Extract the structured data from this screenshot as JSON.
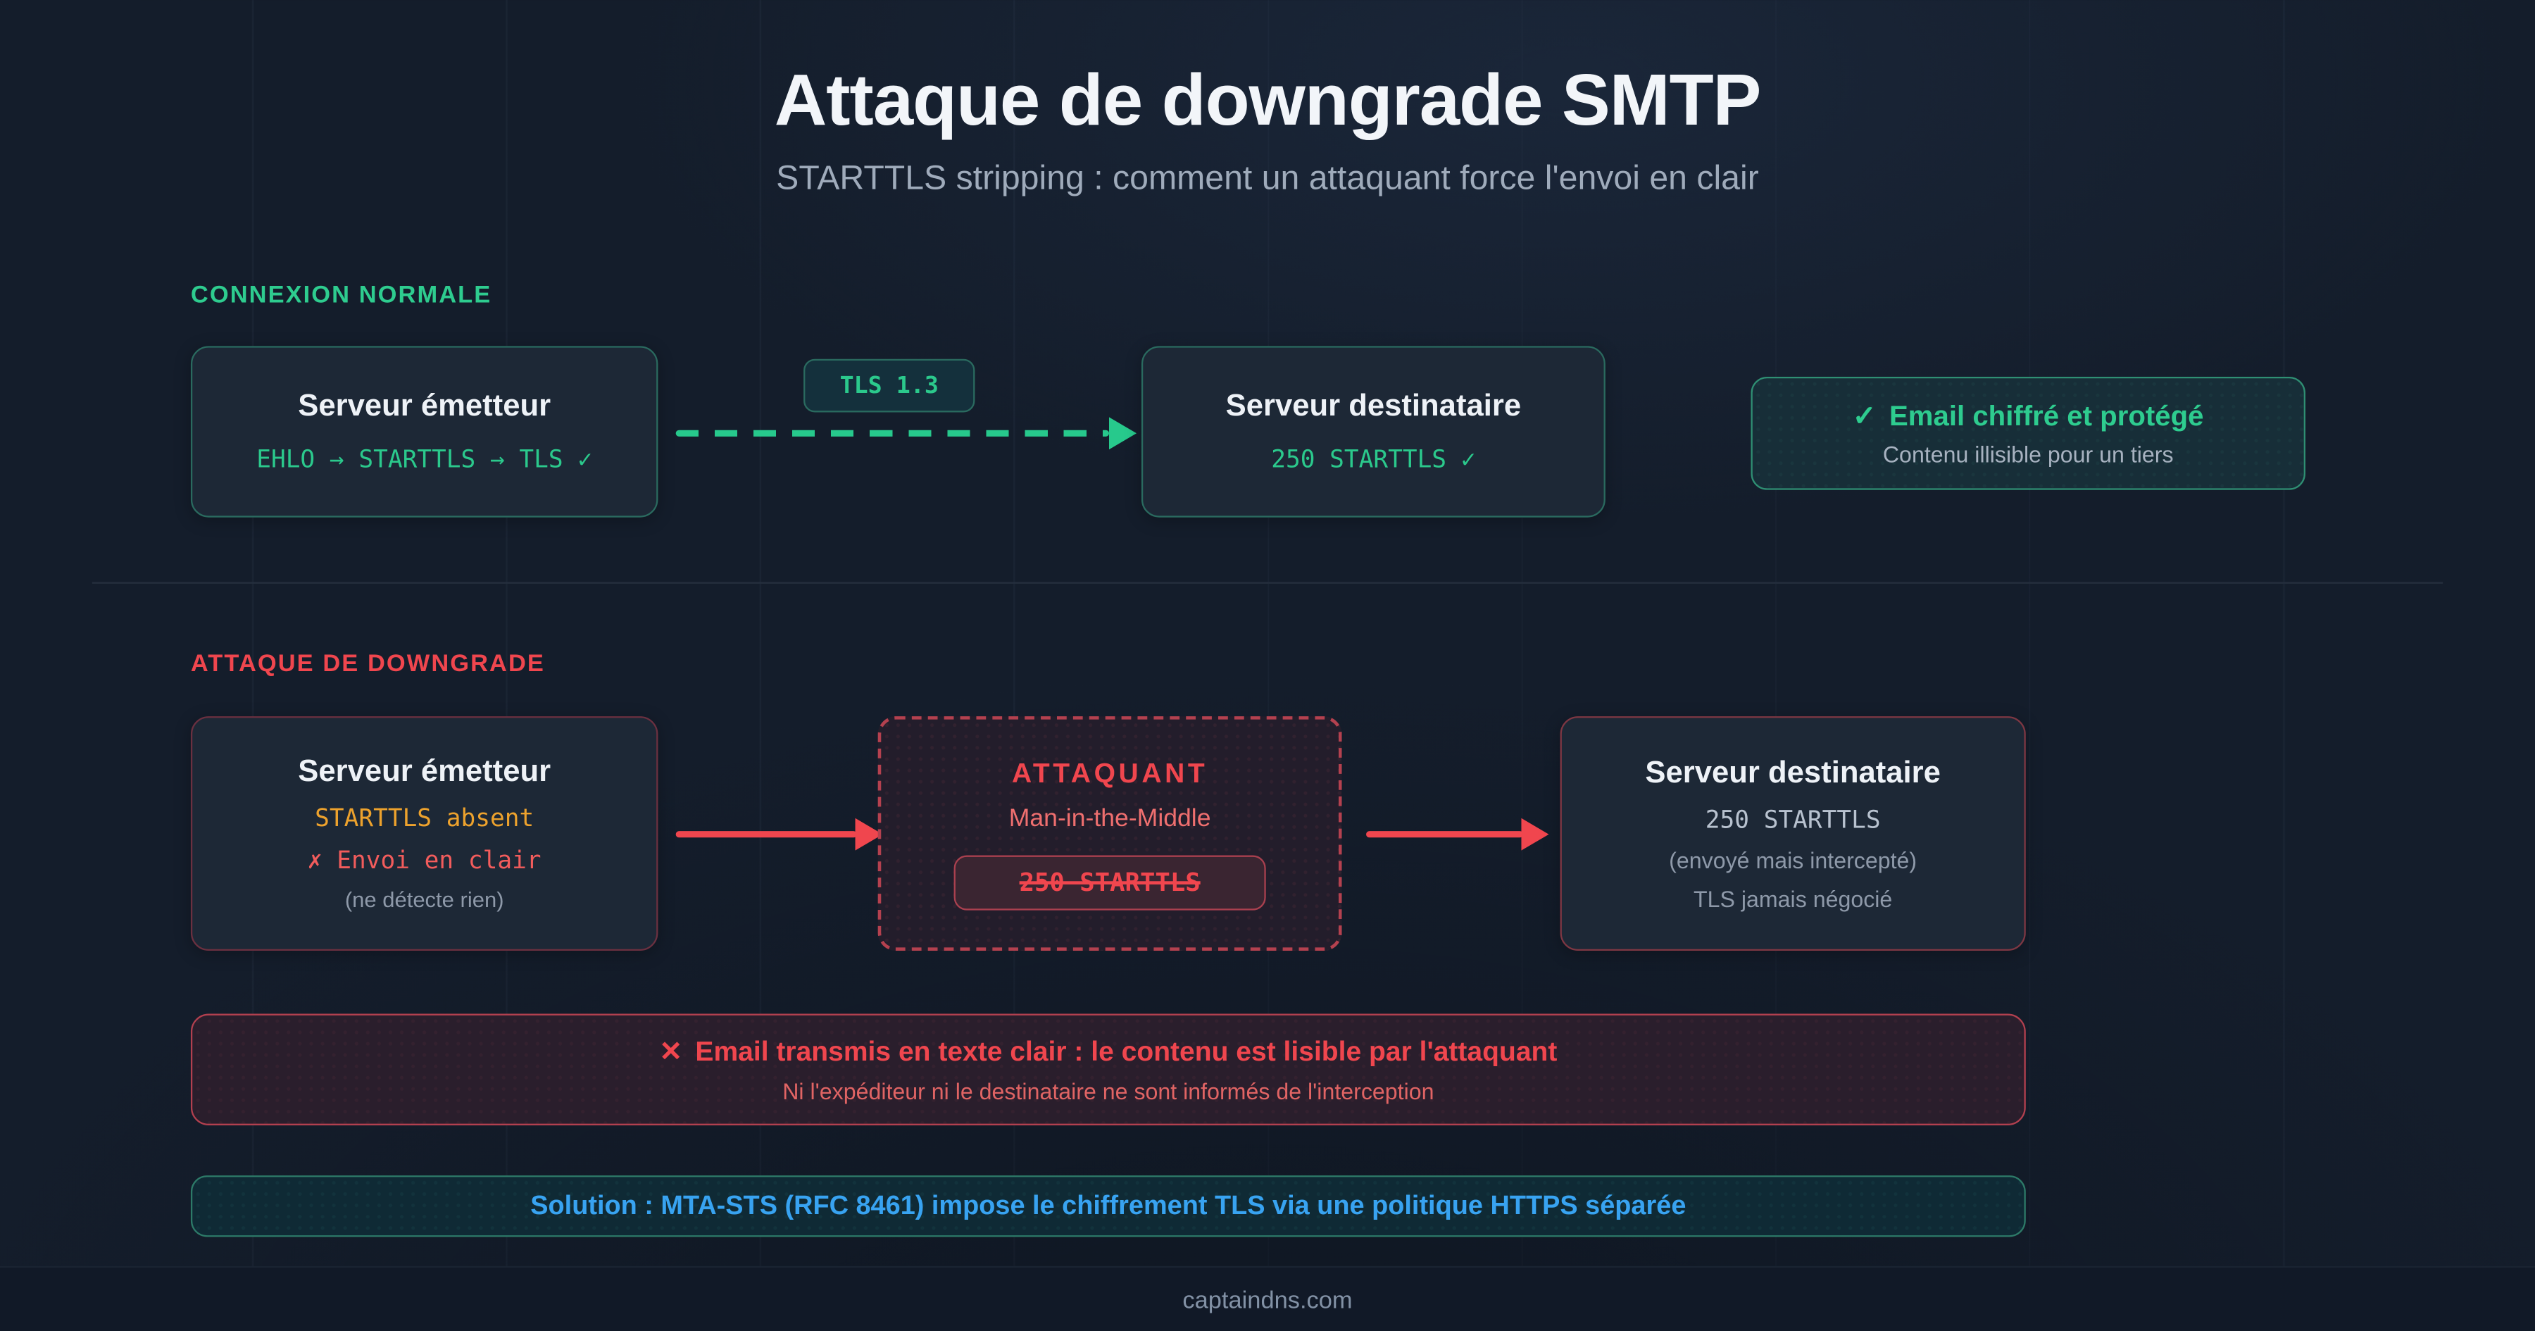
{
  "header": {
    "title": "Attaque de downgrade SMTP",
    "subtitle": "STARTTLS stripping : comment un attaquant force l'envoi en clair"
  },
  "colors": {
    "background": "#141d2b",
    "green_accent": "#2ecc8f",
    "red_accent": "#f0464e",
    "orange_accent": "#eda22d",
    "blue_accent": "#38a3f1"
  },
  "normal": {
    "label": "CONNEXION NORMALE",
    "sender_title": "Serveur émetteur",
    "sender_detail": "EHLO → STARTTLS → TLS ✓",
    "tls_badge": "TLS 1.3",
    "receiver_title": "Serveur destinataire",
    "receiver_detail": "250 STARTTLS ✓",
    "result_icon": "✓",
    "result_title": "Email chiffré et protégé",
    "result_subtitle": "Contenu illisible pour un tiers"
  },
  "attack": {
    "label": "ATTAQUE DE DOWNGRADE",
    "sender_title": "Serveur émetteur",
    "sender_line1": "STARTTLS absent",
    "sender_line2": "✗ Envoi en clair",
    "sender_line3": "(ne détecte rien)",
    "attacker_title": "ATTAQUANT",
    "attacker_subtitle": "Man-in-the-Middle",
    "attacker_stripped": "250 STARTTLS",
    "receiver_title": "Serveur destinataire",
    "receiver_line1": "250 STARTTLS",
    "receiver_line2": "(envoyé mais intercepté)",
    "receiver_line3": "TLS jamais négocié"
  },
  "warning": {
    "icon": "✕",
    "title": "Email transmis en texte clair : le contenu est lisible par l'attaquant",
    "subtitle": "Ni l'expéditeur ni le destinataire ne sont informés de l'interception"
  },
  "solution": {
    "text": "Solution : MTA-STS (RFC 8461) impose le chiffrement TLS via une politique HTTPS séparée"
  },
  "footer": {
    "text": "captaindns.com"
  }
}
